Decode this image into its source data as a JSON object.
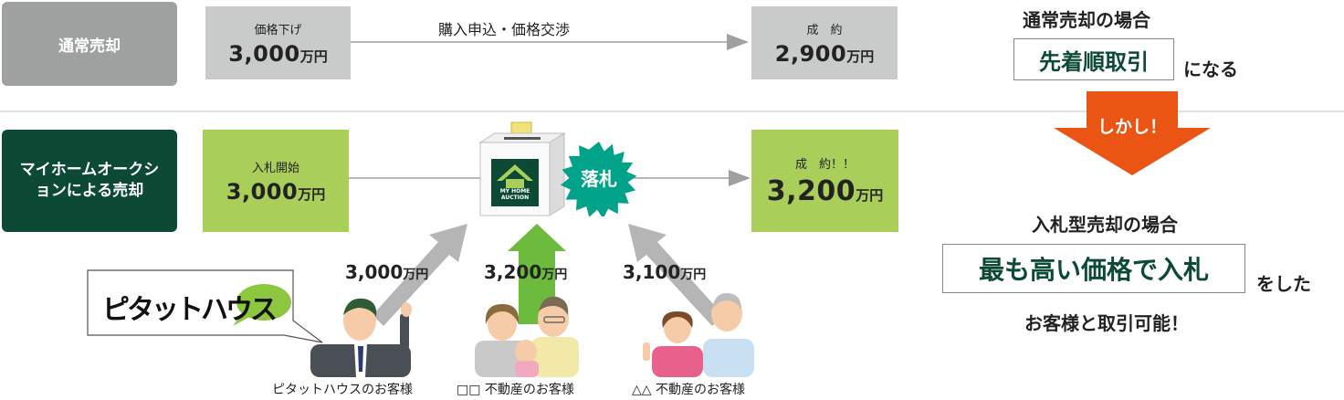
{
  "normal": {
    "label": "通常売却",
    "start_caption": "価格下げ",
    "start_price": "3,000",
    "unit": "万円",
    "flow_text": "購入申込・価格交渉",
    "end_caption": "成　約",
    "end_price": "2,900"
  },
  "auction": {
    "label": "マイホームオークションによる売却",
    "start_caption": "入札開始",
    "start_price": "3,000",
    "unit": "万円",
    "box_logo_line1": "MY HOME",
    "box_logo_line2": "AUCTION",
    "badge": "落札",
    "end_caption": "成　約！！",
    "end_price": "3,200"
  },
  "bids": [
    {
      "price": "3,000",
      "unit": "万円",
      "customer": "ピタットハウスのお客様"
    },
    {
      "price": "3,200",
      "unit": "万円",
      "customer": "□□ 不動産のお客様"
    },
    {
      "price": "3,100",
      "unit": "万円",
      "customer": "△△ 不動産のお客様"
    }
  ],
  "bubble": {
    "text": "ピタットハウス"
  },
  "right": {
    "heading1": "通常売却の場合",
    "box1": "先着順取引",
    "suffix1": "になる",
    "arrow_label": "しかし！",
    "heading2": "入札型売却の場合",
    "box2": "最も高い価格で入札",
    "suffix2": "をした",
    "footer": "お客様と取引可能！"
  },
  "colors": {
    "dark_green": "#0c4a35",
    "light_green": "#a9cf5a",
    "gray": "#c9caca",
    "label_gray": "#9fa0a0",
    "orange": "#ea5513",
    "teal": "#00a28a",
    "arrow_gray": "#b5b5b6",
    "arrow_green": "#6cbb3c"
  }
}
